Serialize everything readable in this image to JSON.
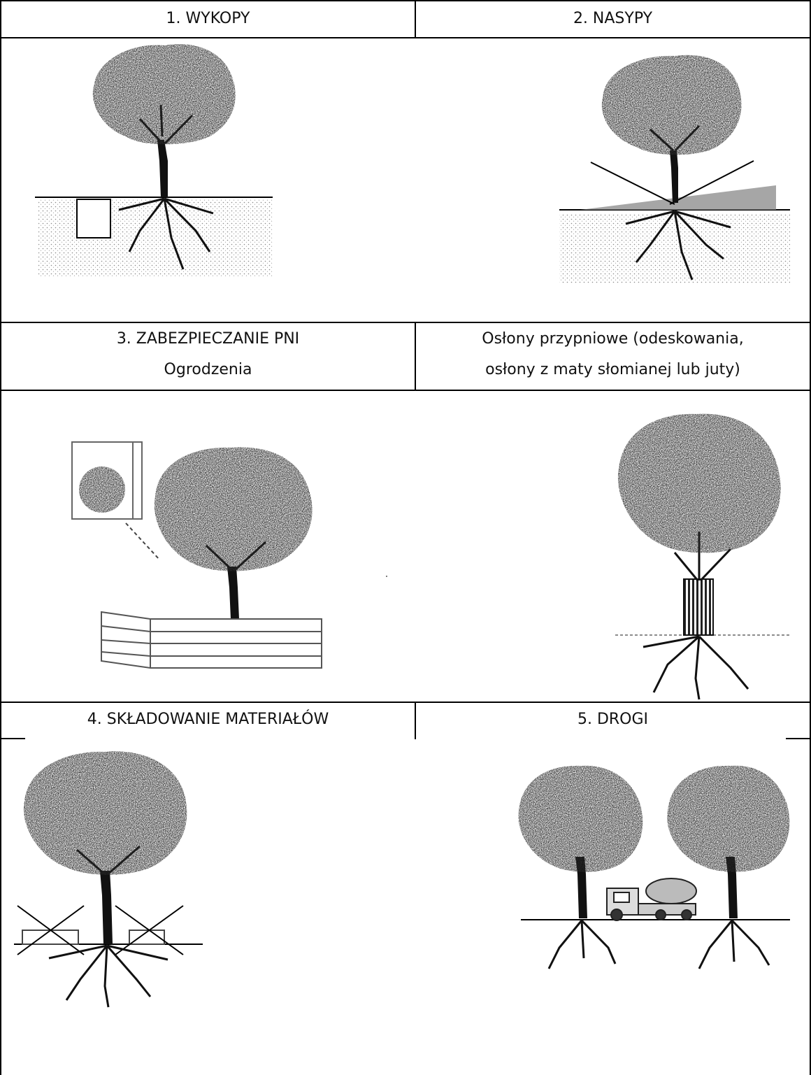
{
  "rows": [
    {
      "left": "1. WYKOPY",
      "right": "2. NASYPY"
    },
    {
      "left_line1": "3. ZABEZPIECZANIE PNI",
      "left_line2": "Ogrodzenia",
      "right_line1": "Osłony przypniowe (odeskowania,",
      "right_line2": "osłony z maty słomianej lub juty)"
    },
    {
      "left": "4. SKŁADOWANIE MATERIAŁÓW",
      "right": "5. DROGI"
    }
  ],
  "illustrations": [
    {
      "panel": "1",
      "subject": "tree-with-trench"
    },
    {
      "panel": "2",
      "subject": "tree-with-embankment"
    },
    {
      "panel": "3a",
      "subject": "tree-with-fence"
    },
    {
      "panel": "3b",
      "subject": "tree-with-trunk-guard"
    },
    {
      "panel": "4",
      "subject": "tree-with-stored-materials"
    },
    {
      "panel": "5",
      "subject": "trees-with-road-truck"
    }
  ]
}
